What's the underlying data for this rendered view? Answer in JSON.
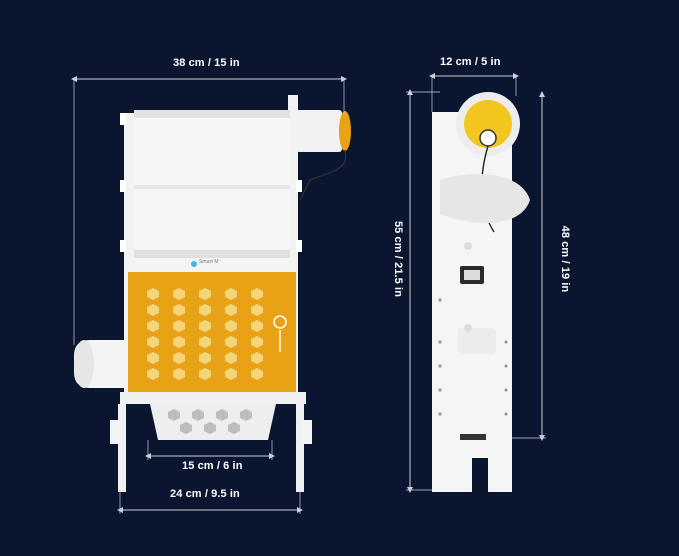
{
  "dimensions": {
    "front_width_top": "38 cm / 15 in",
    "tray_width": "15 cm / 6 in",
    "base_width": "24 cm / 9.5 in",
    "side_depth": "12 cm / 5 in",
    "total_height": "55 cm / 21.5 in",
    "frame_height": "48 cm / 19 in"
  },
  "product": {
    "brand_label": "Smart",
    "brand_suffix": "M"
  },
  "colors": {
    "background": "#0a1530",
    "panel_accent": "#e8a215",
    "body_white": "#f4f4f4",
    "dimension_line": "#c9ced8"
  }
}
